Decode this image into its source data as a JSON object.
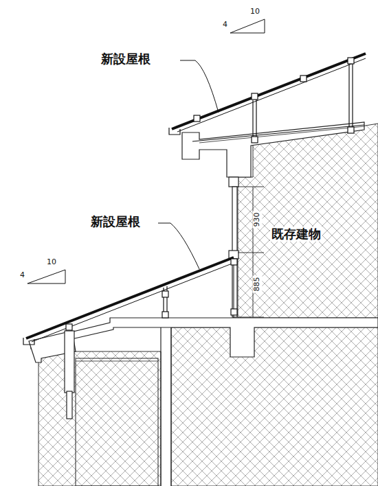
{
  "diagram": {
    "labels": [
      "10",
      "4",
      "新設屋根",
      "新設屋根",
      "既存建物",
      "930",
      "885",
      "10",
      "4"
    ]
  }
}
